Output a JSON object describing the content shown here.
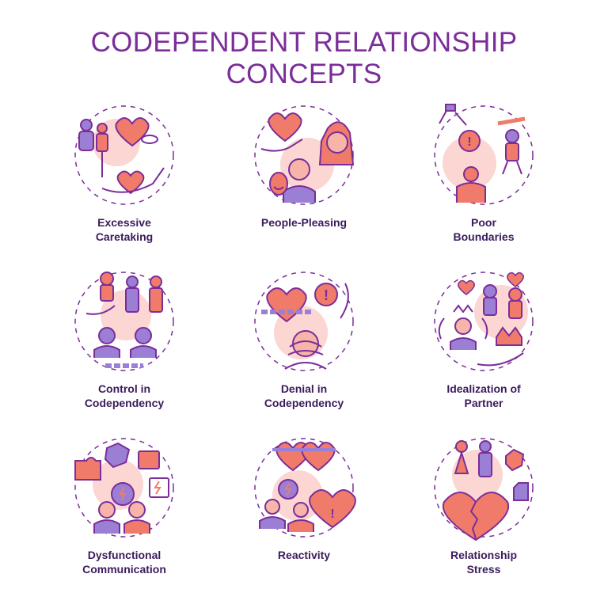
{
  "title": {
    "line1": "CODEPENDENT RELATIONSHIP",
    "line2": "CONCEPTS"
  },
  "colors": {
    "purple": "#7b2d9a",
    "coral": "#f17b6a",
    "pink": "#fbd6d3",
    "text": "#3a1b5c"
  },
  "items": [
    {
      "icon": "excessive-caretaking-icon",
      "line1": "Excessive",
      "line2": "Caretaking"
    },
    {
      "icon": "people-pleasing-icon",
      "line1": "People-Pleasing",
      "line2": ""
    },
    {
      "icon": "poor-boundaries-icon",
      "line1": "Poor",
      "line2": "Boundaries"
    },
    {
      "icon": "control-in-codependency-icon",
      "line1": "Control in",
      "line2": "Codependency"
    },
    {
      "icon": "denial-in-codependency-icon",
      "line1": "Denial in",
      "line2": "Codependency"
    },
    {
      "icon": "idealization-of-partner-icon",
      "line1": "Idealization of",
      "line2": "Partner"
    },
    {
      "icon": "dysfunctional-communication-icon",
      "line1": "Dysfunctional",
      "line2": "Communication"
    },
    {
      "icon": "reactivity-icon",
      "line1": "Reactivity",
      "line2": ""
    },
    {
      "icon": "relationship-stress-icon",
      "line1": "Relationship",
      "line2": "Stress"
    }
  ]
}
